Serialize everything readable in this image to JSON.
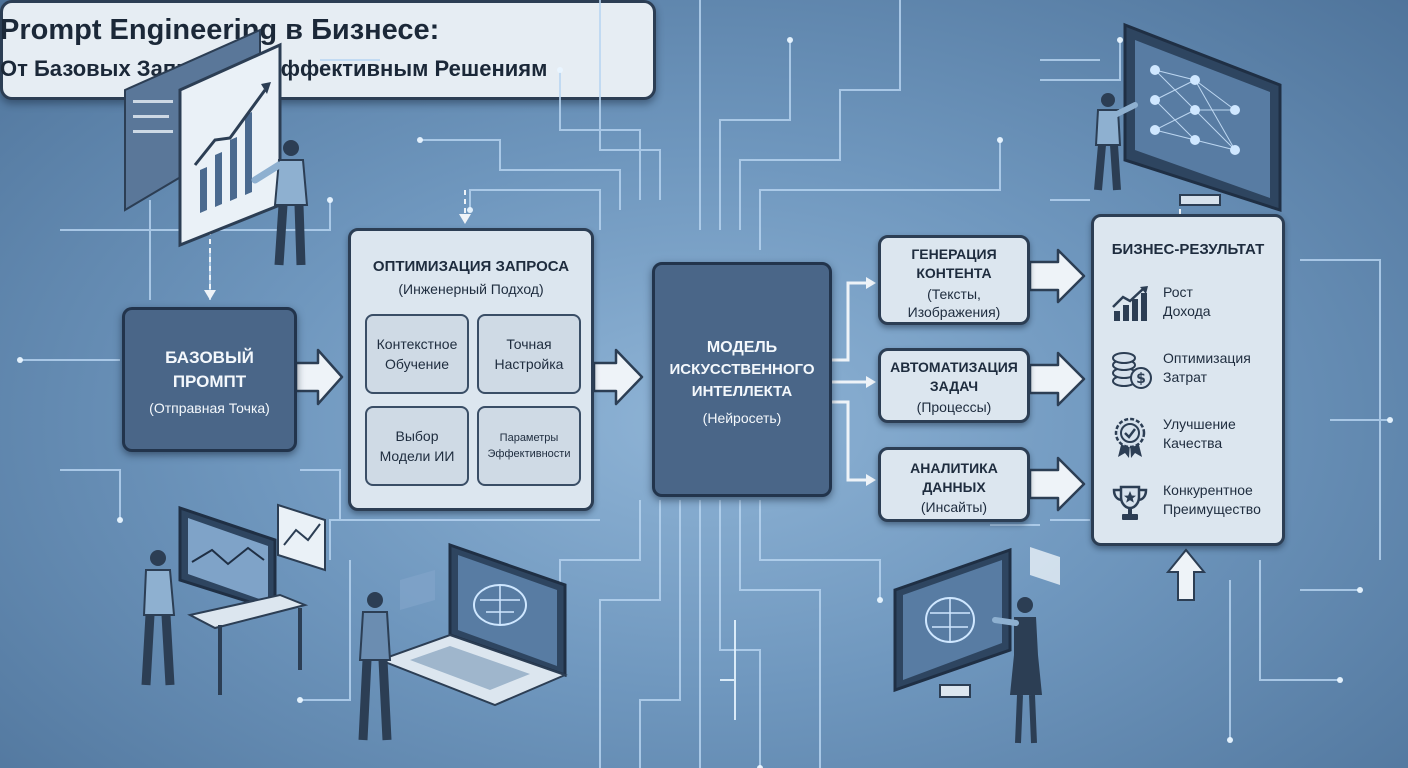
{
  "title": {
    "line1": "Prompt Engineering в Бизнесе:",
    "line2": "От Базовых Запросов к Эффективным Решениям"
  },
  "base_prompt": {
    "line1": "БАЗОВЫЙ",
    "line2": "ПРОМПТ",
    "sub": "(Отправная Точка)"
  },
  "optimization": {
    "title": "ОПТИМИЗАЦИЯ ЗАПРОСА",
    "sub": "(Инженерный Подход)",
    "cells": [
      {
        "line1": "Контекстное",
        "line2": "Обучение"
      },
      {
        "line1": "Точная",
        "line2": "Настройка"
      },
      {
        "line1": "Выбор",
        "line2": "Модели ИИ"
      },
      {
        "line1": "Параметры",
        "line2": "Эффективности"
      }
    ]
  },
  "model": {
    "line1": "МОДЕЛЬ",
    "line2": "ИСКУССТВЕННОГО",
    "line3": "ИНТЕЛЛЕКТА",
    "sub": "(Нейросеть)"
  },
  "outputs": [
    {
      "line1": "ГЕНЕРАЦИЯ",
      "line2": "КОНТЕНТА",
      "sub1": "(Тексты,",
      "sub2": "Изображения)"
    },
    {
      "line1": "АВТОМАТИЗАЦИЯ",
      "line2": "ЗАДАЧ",
      "sub1": "(Процессы)"
    },
    {
      "line1": "АНАЛИТИКА",
      "line2": "ДАННЫХ",
      "sub1": "(Инсайты)"
    }
  ],
  "result": {
    "title": "БИЗНЕС-РЕЗУЛЬТАТ",
    "items": [
      {
        "icon": "growth-chart-icon",
        "line1": "Рост",
        "line2": "Дохода"
      },
      {
        "icon": "coins-icon",
        "line1": "Оптимизация",
        "line2": "Затрат"
      },
      {
        "icon": "quality-badge-icon",
        "line1": "Улучшение",
        "line2": "Качества"
      },
      {
        "icon": "trophy-icon",
        "line1": "Конкурентное",
        "line2": "Преимущество"
      }
    ]
  },
  "colors": {
    "background": "#6f97be",
    "box_light": "#dce6ef",
    "box_dark": "#4a6688",
    "border": "#2c3e54",
    "circuit_glow": "#d6ecff"
  }
}
